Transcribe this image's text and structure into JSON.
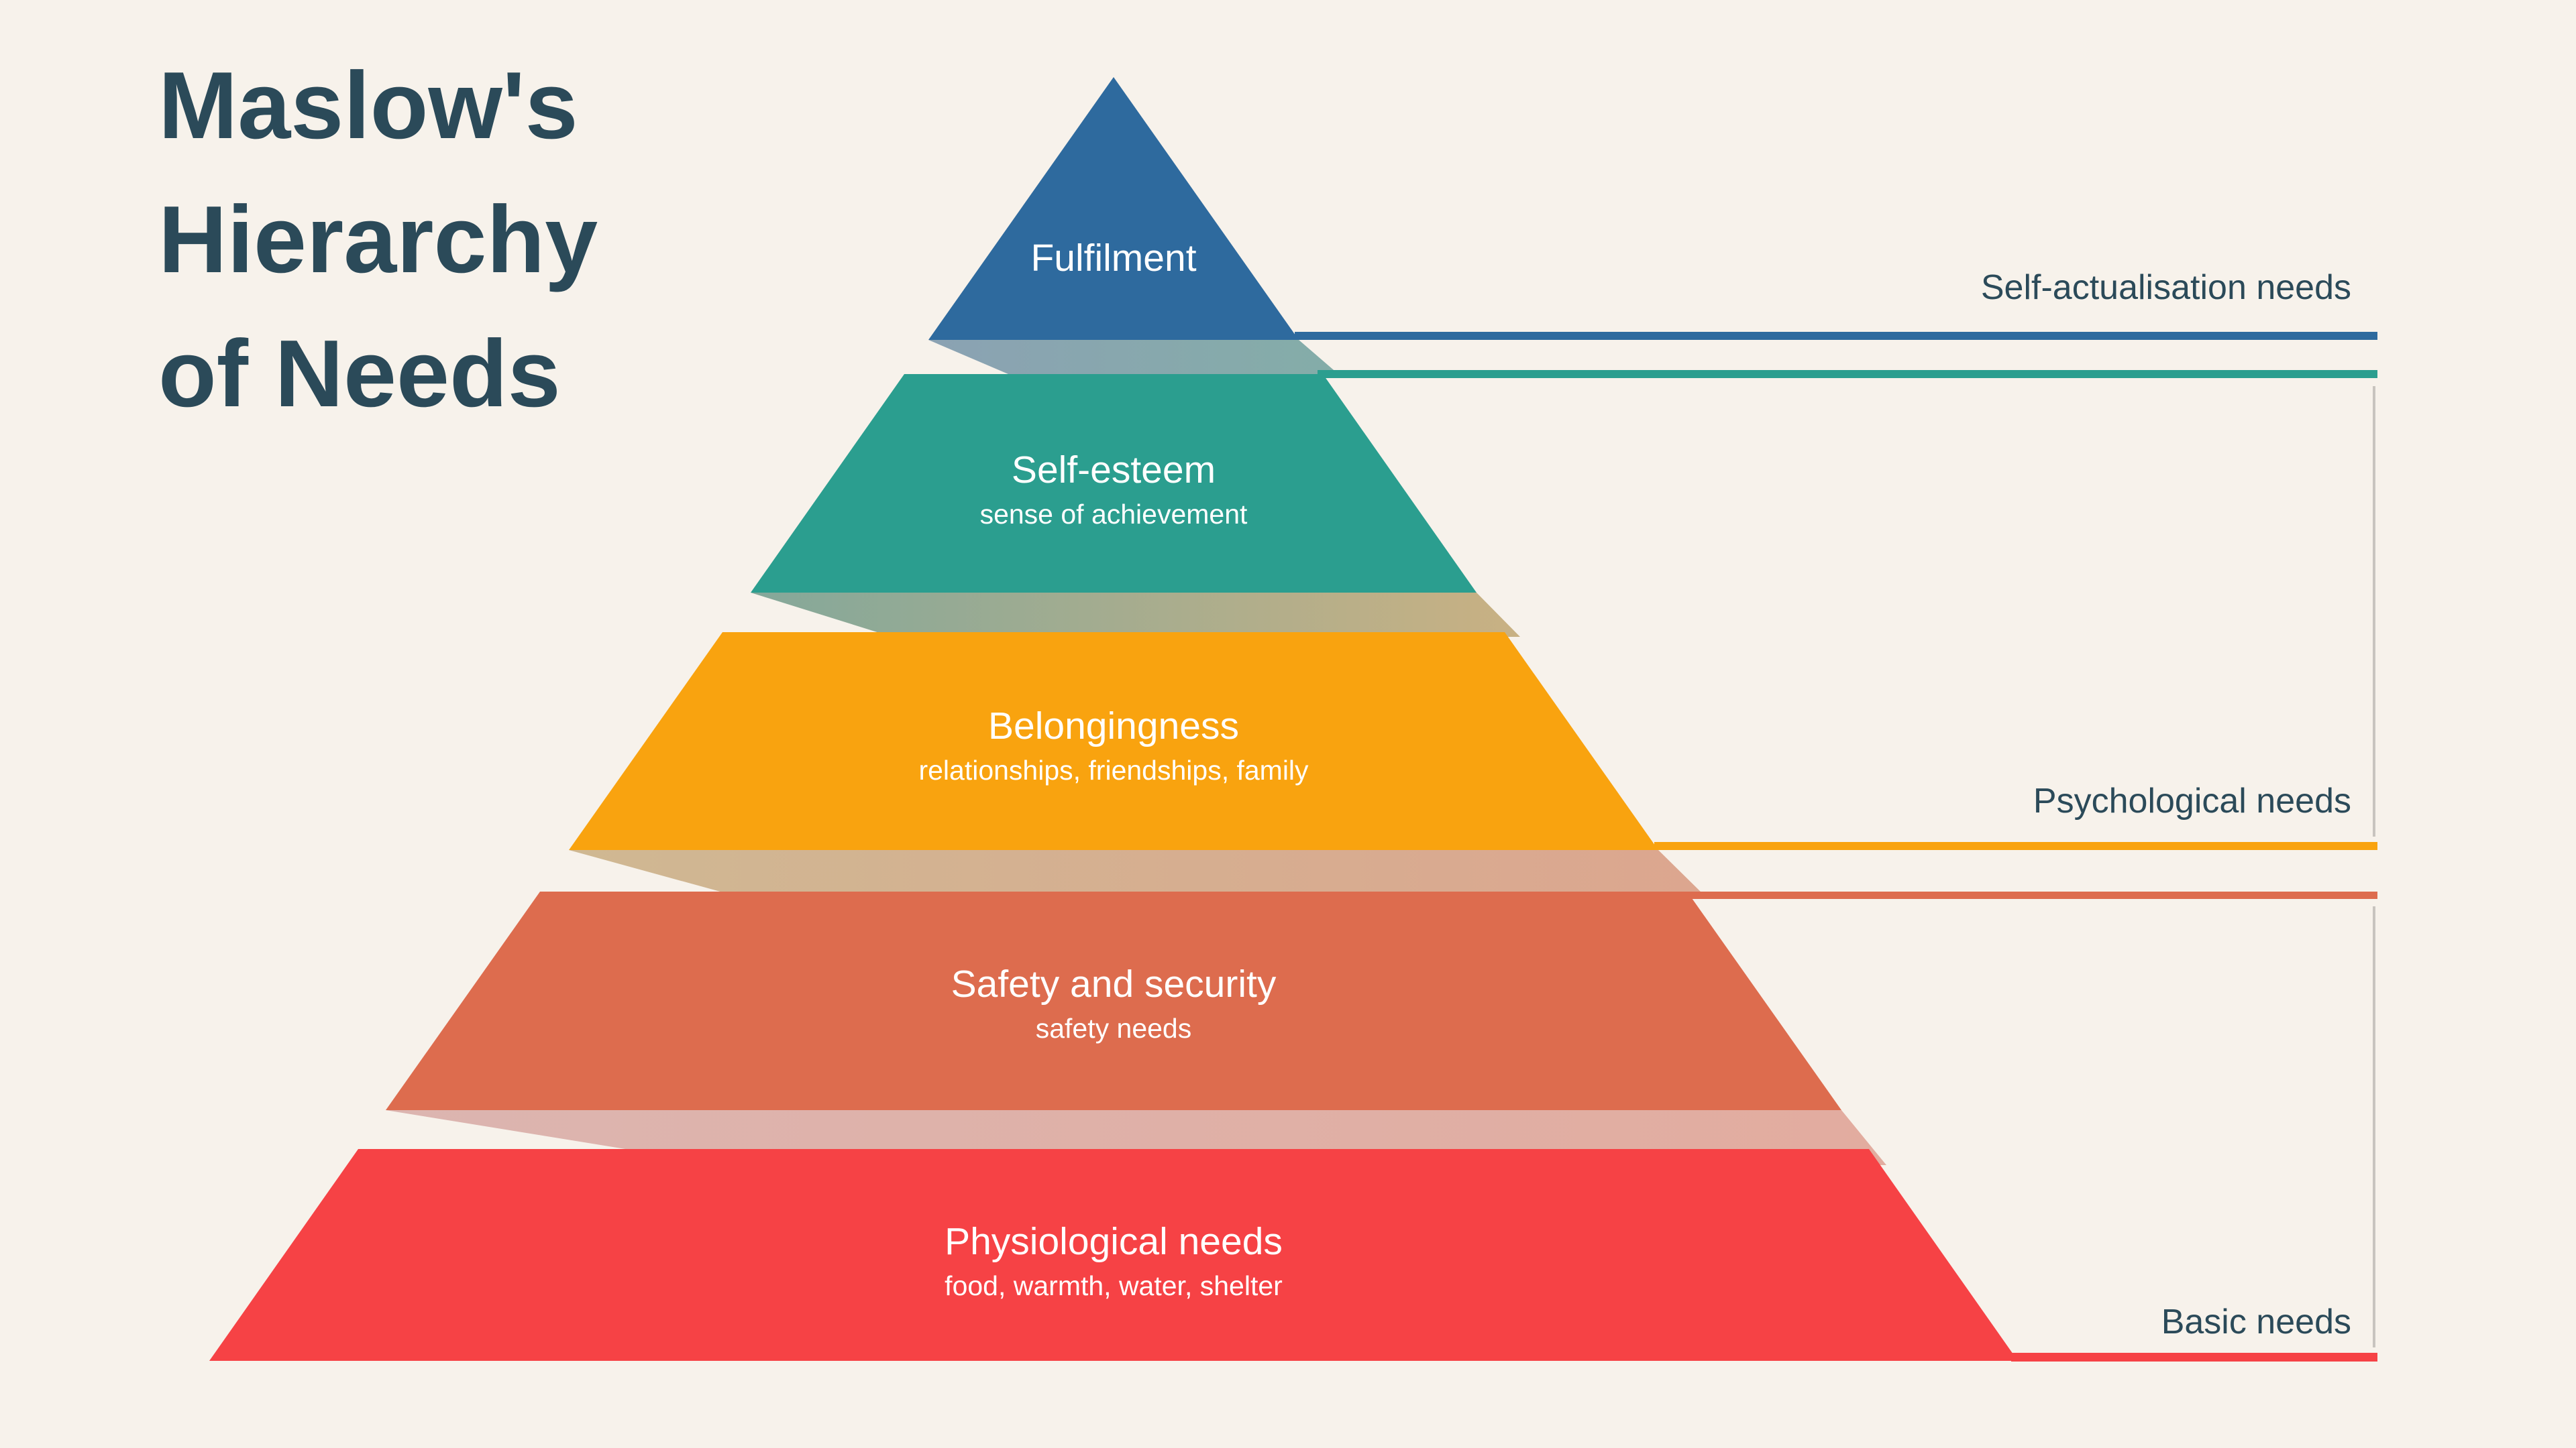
{
  "title": {
    "line1": "Maslow's",
    "line2": "Hierarchy",
    "line3": "of Needs"
  },
  "colors": {
    "background": "#F7F2EB",
    "title_text": "#2B4A59",
    "annotation_text": "#2B4A59",
    "bracket_line": "#C8C4BF",
    "level_text": "#FFFFFF"
  },
  "pyramid": {
    "levels": [
      {
        "id": "fulfilment",
        "label": "Fulfilment",
        "sublabel": "",
        "color": "#2E6A9E"
      },
      {
        "id": "self-esteem",
        "label": "Self-esteem",
        "sublabel": "sense of achievement",
        "color": "#2B9E8F"
      },
      {
        "id": "belongingness",
        "label": "Belongingness",
        "sublabel": "relationships, friendships, family",
        "color": "#F9A30F"
      },
      {
        "id": "safety",
        "label": "Safety and security",
        "sublabel": "safety needs",
        "color": "#DD6C4E"
      },
      {
        "id": "physiological",
        "label": "Physiological needs",
        "sublabel": "food, warmth, water, shelter",
        "color": "#F64245"
      }
    ]
  },
  "annotations": {
    "self_actualisation": {
      "label": "Self-actualisation needs"
    },
    "psychological": {
      "label": "Psychological needs"
    },
    "basic": {
      "label": "Basic needs"
    }
  },
  "shadows": [
    {
      "from": "#8BA2B3",
      "to": "#84ADA8"
    },
    {
      "from": "#84A89A",
      "to": "#C9B183"
    },
    {
      "from": "#CFB892",
      "to": "#DCA68F"
    },
    {
      "from": "#DCB5B0",
      "to": "#E2AC9F"
    }
  ]
}
